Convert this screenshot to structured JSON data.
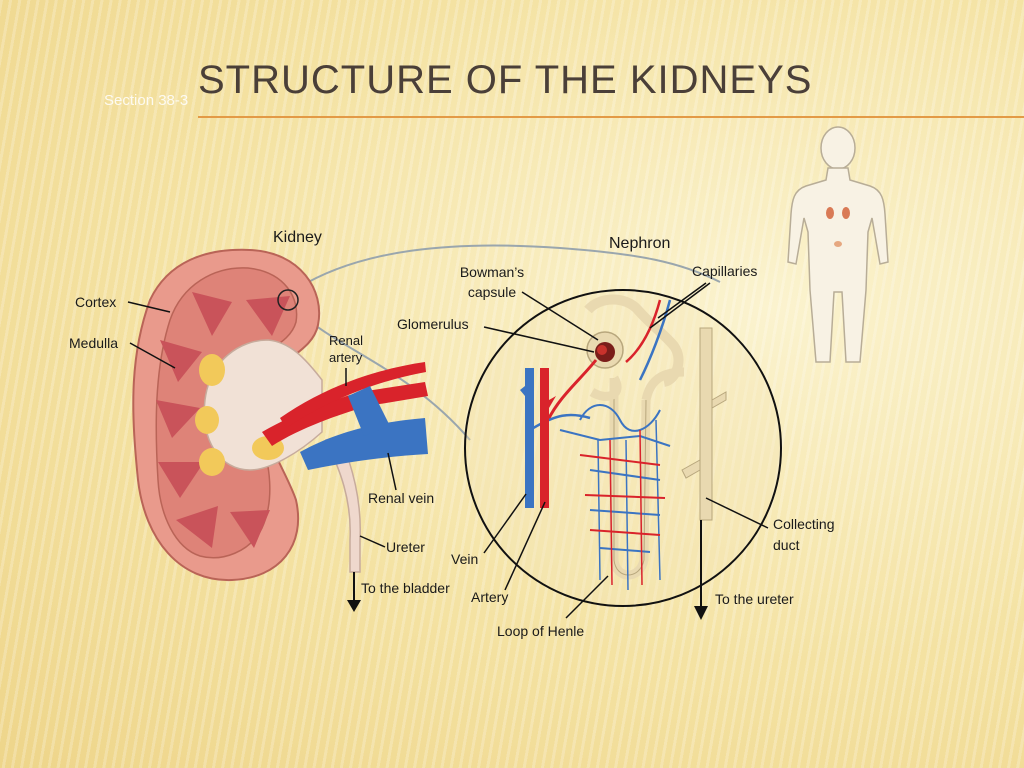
{
  "slide": {
    "title": "Structure of the Kidneys",
    "section": "Section 38-3"
  },
  "labels": {
    "kidney": "Kidney",
    "nephron": "Nephron",
    "cortex": "Cortex",
    "medulla": "Medulla",
    "renal_artery_line1": "Renal",
    "renal_artery_line2": "artery",
    "renal_vein": "Renal vein",
    "ureter": "Ureter",
    "to_bladder": "To the bladder",
    "bowmans_line1": "Bowman’s",
    "bowmans_line2": "capsule",
    "capillaries": "Capillaries",
    "glomerulus": "Glomerulus",
    "vein": "Vein",
    "artery": "Artery",
    "loop_of_henle": "Loop of Henle",
    "collecting_line1": "Collecting",
    "collecting_line2": "duct",
    "to_ureter": "To the ureter"
  },
  "colors": {
    "artery": "#d9232b",
    "vein": "#3b74c2",
    "tubule": "#e9d9b0",
    "kidney_cortex": "#e99a8c",
    "kidney_medulla": "#c9535a"
  }
}
